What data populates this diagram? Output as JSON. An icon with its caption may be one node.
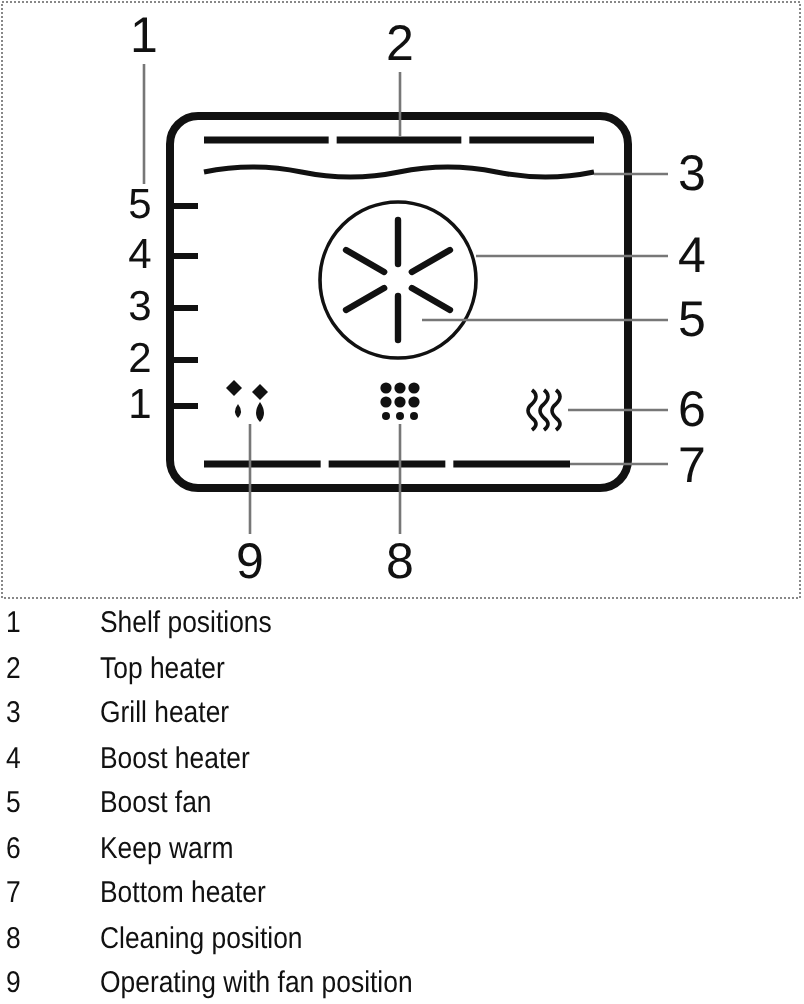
{
  "diagram": {
    "nodes": [
      {
        "text": [
          "1"
        ]
      },
      {
        "text": [
          "2"
        ]
      },
      {
        "text": [],
        "shape": "bar"
      },
      {
        "text": [
          "3"
        ]
      },
      {
        "text": [],
        "shape": "line"
      },
      {
        "text": [
          "5"
        ]
      },
      {
        "text": [
          "4"
        ]
      },
      {
        "text": [],
        "shape": "circle"
      },
      {
        "text": [
          "4"
        ]
      },
      {
        "text": [
          "5"
        ]
      },
      {
        "text": [],
        "shape": "star",
        "in": 7
      },
      {
        "text": [
          "3"
        ]
      },
      {
        "text": [
          "2"
        ]
      },
      {
        "text": [
          "1"
        ]
      },
      {
        "text": [],
        "shape": "icon"
      },
      {
        "text": [],
        "shape": "icon"
      },
      {
        "text": [],
        "shape": "icon"
      },
      {
        "text": [
          "6"
        ]
      },
      {
        "text": [
          "7"
        ]
      },
      {
        "text": [],
        "shape": "bar"
      },
      {
        "text": [
          "9"
        ]
      },
      {
        "text": [
          "8"
        ]
      }
    ],
    "edges": [
      {
        "from": 0,
        "to": 5,
        "arrow": "none"
      },
      {
        "from": 1,
        "to": 2,
        "arrow": "none"
      },
      {
        "from": 3,
        "to": 4,
        "arrow": "none"
      },
      {
        "from": 6,
        "to": 7,
        "arrow": "none"
      },
      {
        "from": 9,
        "to": 10,
        "arrow": "none"
      },
      {
        "from": 17,
        "to": 16,
        "arrow": "none"
      },
      {
        "from": 18,
        "to": 19,
        "arrow": "none"
      },
      {
        "from": 20,
        "to": 14,
        "arrow": "none"
      },
      {
        "from": 21,
        "to": 15,
        "arrow": "none"
      }
    ],
    "labels": [
      "1",
      "Shelf positions",
      "2",
      "Top heater",
      "3",
      "Grill heater",
      "4",
      "Boost heater",
      "5",
      "Boost fan",
      "6",
      "Keep warm",
      "7",
      "Bottom heater",
      "8",
      "Cleaning position",
      "9",
      "Operating with fan position"
    ]
  }
}
